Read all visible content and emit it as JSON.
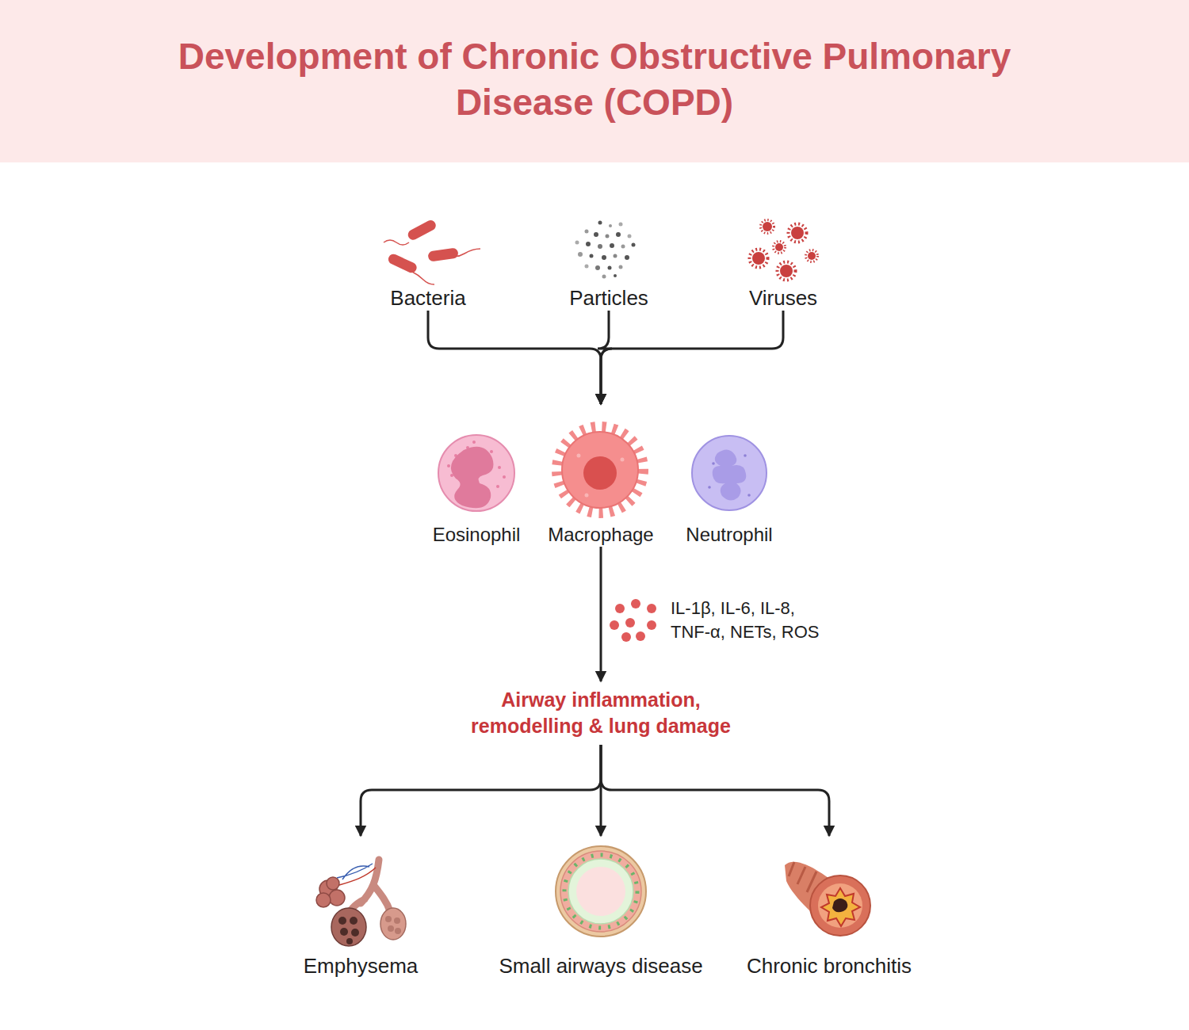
{
  "diagram": {
    "title": "Development of Chronic Obstructive Pulmonary Disease (COPD)",
    "nodes": [
      {
        "text": [
          "Bacteria"
        ]
      },
      {
        "text": [
          "Particles"
        ]
      },
      {
        "text": [
          "Viruses"
        ]
      },
      {
        "text": [
          "Eosinophil"
        ]
      },
      {
        "text": [
          "Macrophage"
        ]
      },
      {
        "text": [
          "Neutrophil"
        ]
      },
      {
        "text": [
          "Airway inflammation, remodelling & lung damage"
        ]
      },
      {
        "text": [
          "Emphysema"
        ]
      },
      {
        "text": [
          "Small airways disease"
        ]
      },
      {
        "text": [
          "Chronic bronchitis"
        ]
      }
    ],
    "edges": [
      {
        "from": 0,
        "to": 4,
        "arrow": "to"
      },
      {
        "from": 1,
        "to": 4,
        "arrow": "to"
      },
      {
        "from": 2,
        "to": 4,
        "arrow": "to"
      },
      {
        "from": 4,
        "to": 6,
        "label": "IL-1β, IL-6, IL-8, TNF-α, NETs, ROS",
        "arrow": "to"
      },
      {
        "from": 6,
        "to": 7,
        "arrow": "to"
      },
      {
        "from": 6,
        "to": 8,
        "arrow": "to"
      },
      {
        "from": 6,
        "to": 9,
        "arrow": "to"
      }
    ]
  }
}
